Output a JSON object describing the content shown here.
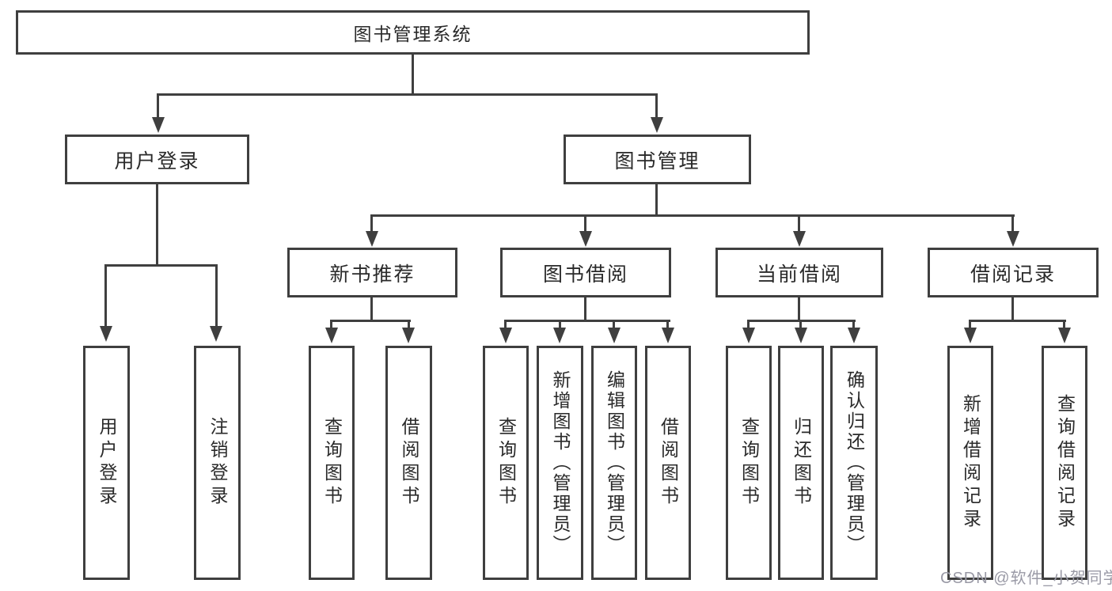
{
  "tree": {
    "root": "图书管理系统",
    "branches": [
      {
        "label": "用户登录",
        "leaves": [
          "用户登录",
          "注销登录"
        ]
      },
      {
        "label": "图书管理",
        "groups": [
          {
            "label": "新书推荐",
            "leaves": [
              "查询图书",
              "借阅图书"
            ]
          },
          {
            "label": "图书借阅",
            "leaves": [
              "查询图书",
              "新增图书（管理员）",
              "编辑图书（管理员）",
              "借阅图书"
            ]
          },
          {
            "label": "当前借阅",
            "leaves": [
              "查询图书",
              "归还图书",
              "确认归还（管理员）"
            ]
          },
          {
            "label": "借阅记录",
            "leaves": [
              "新增借阅记录",
              "查询借阅记录"
            ]
          }
        ]
      }
    ]
  },
  "watermark": "CSDN @软件_小贺同学",
  "colors": {
    "line": "#3f3f3f",
    "box_border": "#3f3f3f",
    "box_fill": "#ffffff",
    "text": "#2a2a2a",
    "background": "#ffffff",
    "watermark": "#9a9aa6"
  }
}
